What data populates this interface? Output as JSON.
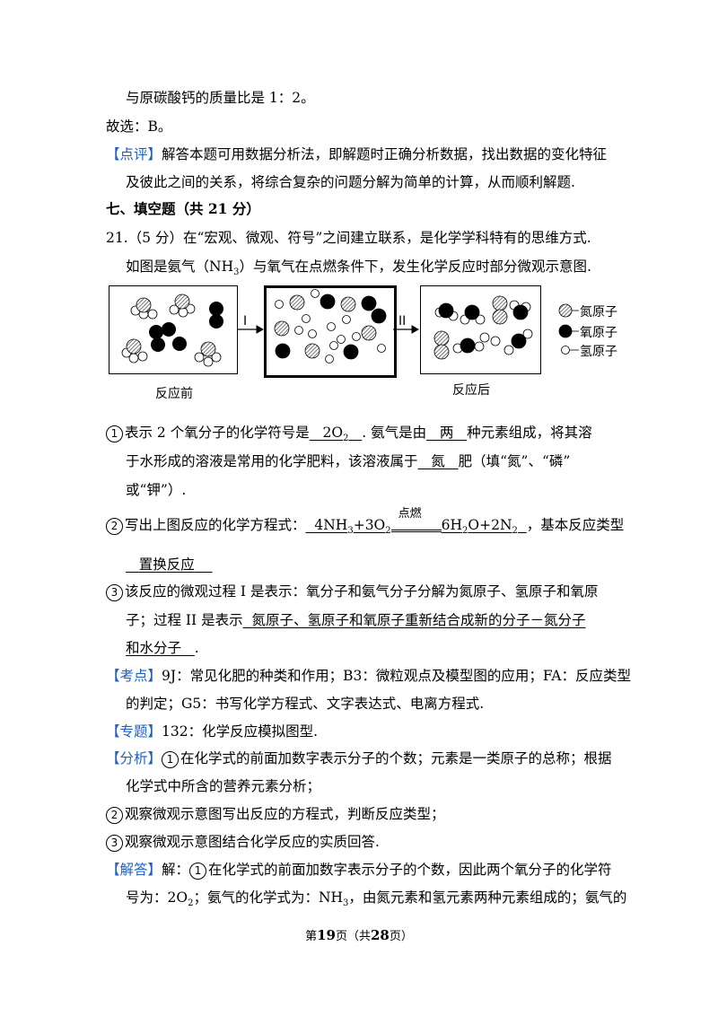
{
  "top": {
    "line1": "与原碳酸钙的质量比是 1：2。",
    "line2": "故选：B。",
    "dianping_tag": "【点评】",
    "dianping_1": "解答本题可用数据分析法，即解题时正确分析数据，找出数据的变化特征",
    "dianping_2": "及彼此之间的关系，将综合复杂的问题分解为简单的计算，从而顺利解题."
  },
  "section_title": "七、填空题（共 21 分）",
  "q21": {
    "l1": "21.（5 分）在“宏观、微观、符号”之间建立联系，是化学学科特有的思维方式.",
    "l2": "如图是氨气（NH",
    "l2_sub": "3",
    "l2b": "）与氧气在点燃条件下，发生化学反应时部分微观示意图."
  },
  "diagram": {
    "before_label": "反应前",
    "after_label": "反应后",
    "step1": "I",
    "step2": "II",
    "legend_n": "氮原子",
    "legend_o": "氧原子",
    "legend_h": "氢原子"
  },
  "a1": {
    "num": "1",
    "t1": "表示 2 个氧分子的化学符号是",
    "ans1": "2O",
    "ans1_sub": "2",
    "t2": ". 氨气是由",
    "ans2": "两",
    "t3": "种元素组成，将其溶",
    "l2a": "于水形成的溶液是常用的化学肥料，该溶液属于",
    "ans3": "氮",
    "l2b": "肥（填“氮”、“磷”",
    "l3": "或“钾”）."
  },
  "a2": {
    "num": "2",
    "t1": "写出上图反应的化学方程式：",
    "eq_left": "4NH",
    "eq_left_sub": "3",
    "eq_mid": "+3O",
    "eq_mid_sub": "2",
    "condition": "点燃",
    "eq_right": "6H",
    "eq_right_sub": "2",
    "eq_right2": "O+2N",
    "eq_right2_sub": "2",
    "t2": "，基本反应类型",
    "ans": "置换反应"
  },
  "a3": {
    "num": "3",
    "l1": "该反应的微观过程 I 是表示：氧分子和氨气分子分解为氮原子、氢原子和氧原",
    "l2a": "子；过程 II 是表示",
    "ans_1": "氮原子、氢原子和氧原子重新结合成新的分子－氮分子",
    "ans_2": "和水分子",
    "end": "."
  },
  "kaodian": {
    "tag": "【考点】",
    "l1": "9J：常见化肥的种类和作用；B3：微粒观点及模型图的应用；FA：反应类型",
    "l2": "的判定；G5：书写化学方程式、文字表达式、电离方程式."
  },
  "zhuanti": {
    "tag": "【专题】",
    "text": "132：化学反应模拟图型."
  },
  "fenxi": {
    "tag": "【分析】",
    "l1": "在化学式的前面加数字表示分子的个数；元素是一类原子的总称；根据",
    "l2": "化学式中所含的营养元素分析；",
    "l3": "观察微观示意图写出反应的方程式，判断反应类型；",
    "l4": "观察微观示意图结合化学反应的实质回答."
  },
  "jieda": {
    "tag": "【解答】",
    "l1": "解：",
    "l1b": "在化学式的前面加数字表示分子的个数，因此两个氧分子的化学符",
    "l2a": "号为：2O",
    "l2_sub": "2",
    "l2b": "；氨气的化学式为：NH",
    "l2_sub2": "3",
    "l2c": "，由氮元素和氢元素两种元素组成的；氨气的"
  },
  "footer": {
    "p1": "第",
    "page": "19",
    "p2": "页（共",
    "total": "28",
    "p3": "页）"
  },
  "colors": {
    "tag_blue": "#1f5fbf"
  }
}
